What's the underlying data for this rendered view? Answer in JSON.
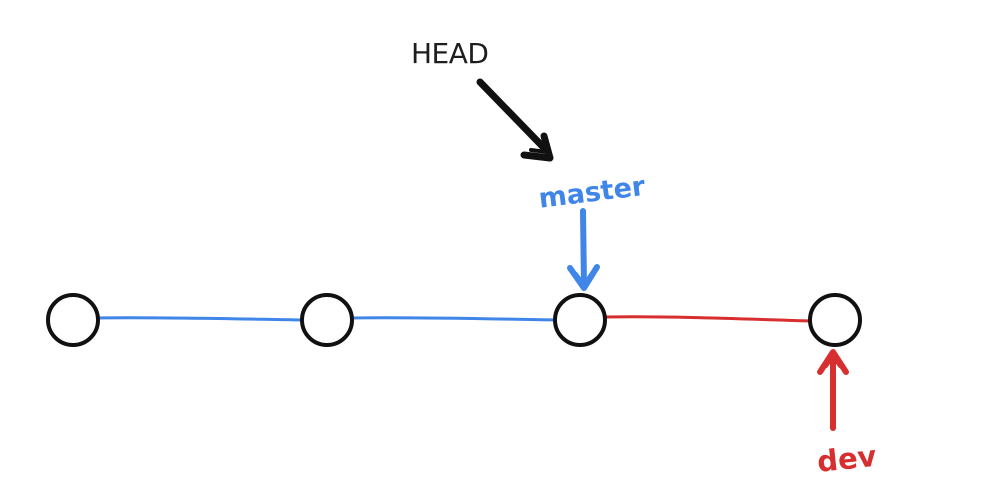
{
  "colors": {
    "ink": "#111111",
    "head": "#1e1e1e",
    "master": "#3f86e8",
    "dev": "#d72f2f"
  },
  "labels": {
    "head": "HEAD",
    "master": "master",
    "dev": "dev"
  },
  "commits": [
    {
      "id": "c1"
    },
    {
      "id": "c2"
    },
    {
      "id": "c3"
    },
    {
      "id": "c4"
    }
  ],
  "edges": [
    {
      "from": "c1",
      "to": "c2",
      "branch": "master"
    },
    {
      "from": "c2",
      "to": "c3",
      "branch": "master"
    },
    {
      "from": "c3",
      "to": "c4",
      "branch": "dev"
    }
  ],
  "pointers": [
    {
      "label": "HEAD",
      "points_to": "master"
    },
    {
      "label": "master",
      "points_to": "c3"
    },
    {
      "label": "dev",
      "points_to": "c4"
    }
  ]
}
